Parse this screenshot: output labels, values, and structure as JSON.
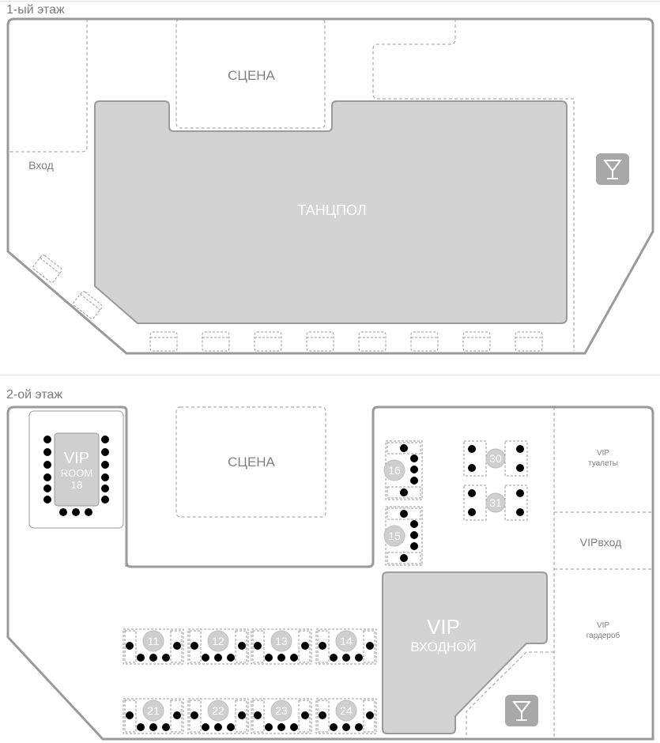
{
  "floors": {
    "first": {
      "title": "1-ый этаж",
      "stage": "СЦЕНА",
      "entrance": "Вход",
      "dancefloor": "ТАНЦПОЛ",
      "bar_icon": "cocktail-icon"
    },
    "second": {
      "title": "2-ой этаж",
      "stage": "СЦЕНА",
      "vip_room": {
        "line1": "VIP",
        "line2": "ROOM",
        "line3": "18"
      },
      "vip_toilets": {
        "line1": "VIP",
        "line2": "туалеты"
      },
      "vip_entrance": "VIPвход",
      "vip_wardrobe": {
        "line1": "VIP",
        "line2": "гардероб"
      },
      "vip_entry_zone": {
        "line1": "VIP",
        "line2": "ВХОДНОЙ"
      },
      "bar_icon": "cocktail-icon",
      "tables": {
        "row_top": [
          "11",
          "12",
          "13",
          "14"
        ],
        "row_bottom": [
          "21",
          "22",
          "23",
          "24"
        ],
        "side": [
          "16",
          "15"
        ],
        "right": [
          "30",
          "31"
        ]
      }
    }
  },
  "colors": {
    "wall": "#9a9a9a",
    "zone_fill": "#d3d3d3",
    "zone_stroke": "#9a9a9a",
    "seat": "#000000",
    "table_fill": "#cfcfcf",
    "icon_fill": "#a8a8a8"
  }
}
